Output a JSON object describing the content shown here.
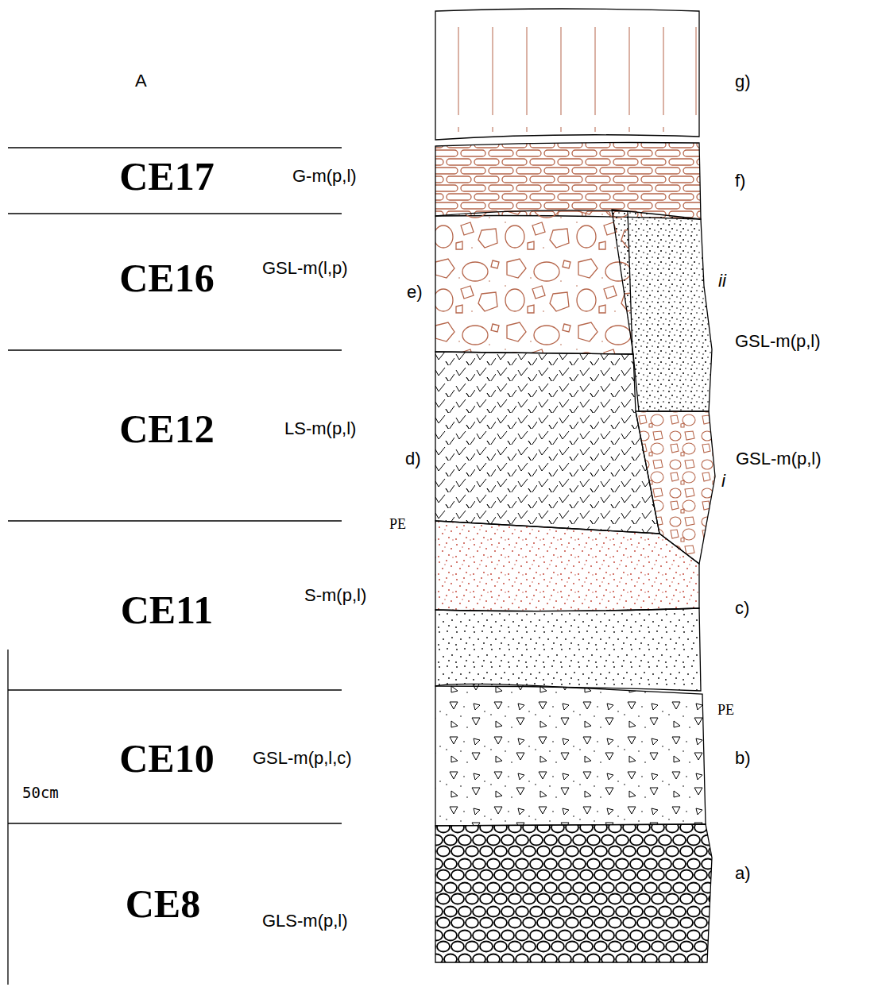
{
  "diagram": {
    "labels": [
      "g)",
      "A",
      "CE17",
      "G-m(p,l)",
      "f)",
      "CE16",
      "GSL-m(l,p)",
      "e)",
      "ii",
      "GSL-m(p,l)",
      "CE12",
      "LS-m(p,l)",
      "d)",
      "GSL-m(p,l)",
      "i",
      "PE",
      "CE11",
      "S-m(p,l)",
      "c)",
      "PE",
      "CE10",
      "GSL-m(p,l,c)",
      "b)",
      "50cm",
      "CE8",
      "GLS-m(p,l)",
      "a)"
    ]
  }
}
